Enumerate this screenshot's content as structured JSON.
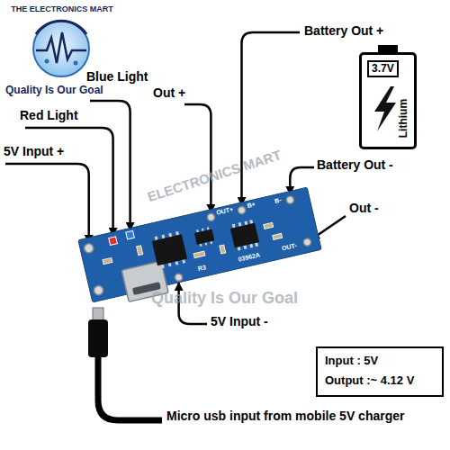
{
  "diagram": {
    "nodes": [
      {
        "text": [
          "THE ELECTRONICS MART"
        ]
      },
      {
        "text": [
          "OUT+",
          "B+",
          "B-",
          "OUT-",
          "R3",
          "03962A"
        ]
      },
      {
        "text": [
          "3.7V",
          "Lithium"
        ]
      },
      {
        "text": [
          "Input : 5V",
          "Output :~ 4.12 V"
        ]
      }
    ],
    "labels": [
      "Battery Out +",
      "Blue Light",
      "Out +",
      "Quality Is Our Goal",
      "Red Light",
      "5V Input +",
      "Battery Out -",
      "ELECTRONICS MART",
      "Out -",
      "Quality Is Our Goal",
      "5V Input -",
      "Micro usb input from mobile 5V charger"
    ]
  }
}
